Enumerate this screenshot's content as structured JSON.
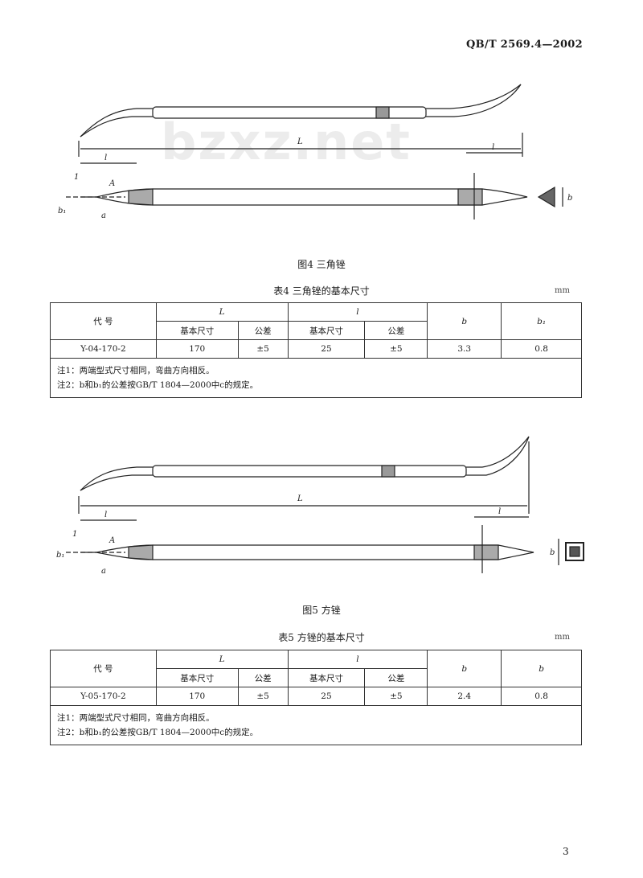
{
  "header": {
    "standard_code": "QB/T 2569.4—2002"
  },
  "watermark": "bzxz.net",
  "figure4": {
    "caption": "图4  三角锉",
    "labels": {
      "L": "L",
      "l": "l",
      "one": "1",
      "b": "b",
      "b1": "b₁",
      "A": "A",
      "a": "a"
    }
  },
  "table4": {
    "title": "表4  三角锉的基本尺寸",
    "unit": "mm",
    "headers": {
      "code": "代    号",
      "L": "L",
      "l": "l",
      "basic": "基本尺寸",
      "tol": "公差",
      "basic2": "基本尺寸",
      "tol2": "公差",
      "b": "b",
      "b1": "b₁"
    },
    "row": {
      "code": "Y-04-170-2",
      "L_basic": "170",
      "L_tol": "±5",
      "l_basic": "25",
      "l_tol": "±5",
      "b": "3.3",
      "b1": "0.8"
    },
    "notes": [
      "注1：两端型式尺寸相同，弯曲方向相反。",
      "注2：b和b₁的公差按GB/T 1804—2000中c的规定。"
    ]
  },
  "figure5": {
    "caption": "图5  方锉",
    "labels": {
      "L": "L",
      "l": "l",
      "one": "1",
      "b": "b",
      "b1": "b₁",
      "A": "A",
      "a": "a"
    }
  },
  "table5": {
    "title": "表5  方锉的基本尺寸",
    "unit": "mm",
    "headers": {
      "code": "代    号",
      "L": "L",
      "l": "l",
      "basic": "基本尺寸",
      "tol": "公差",
      "basic2": "基本尺寸",
      "tol2": "公差",
      "b": "b",
      "b1": "b"
    },
    "row": {
      "code": "Y-05-170-2",
      "L_basic": "170",
      "L_tol": "±5",
      "l_basic": "25",
      "l_tol": "±5",
      "b": "2.4",
      "b1": "0.8"
    },
    "notes": [
      "注1：两端型式尺寸相同，弯曲方向相反。",
      "注2：b和b₁的公差按GB/T 1804—2000中c的规定。"
    ]
  },
  "page_number": "3"
}
